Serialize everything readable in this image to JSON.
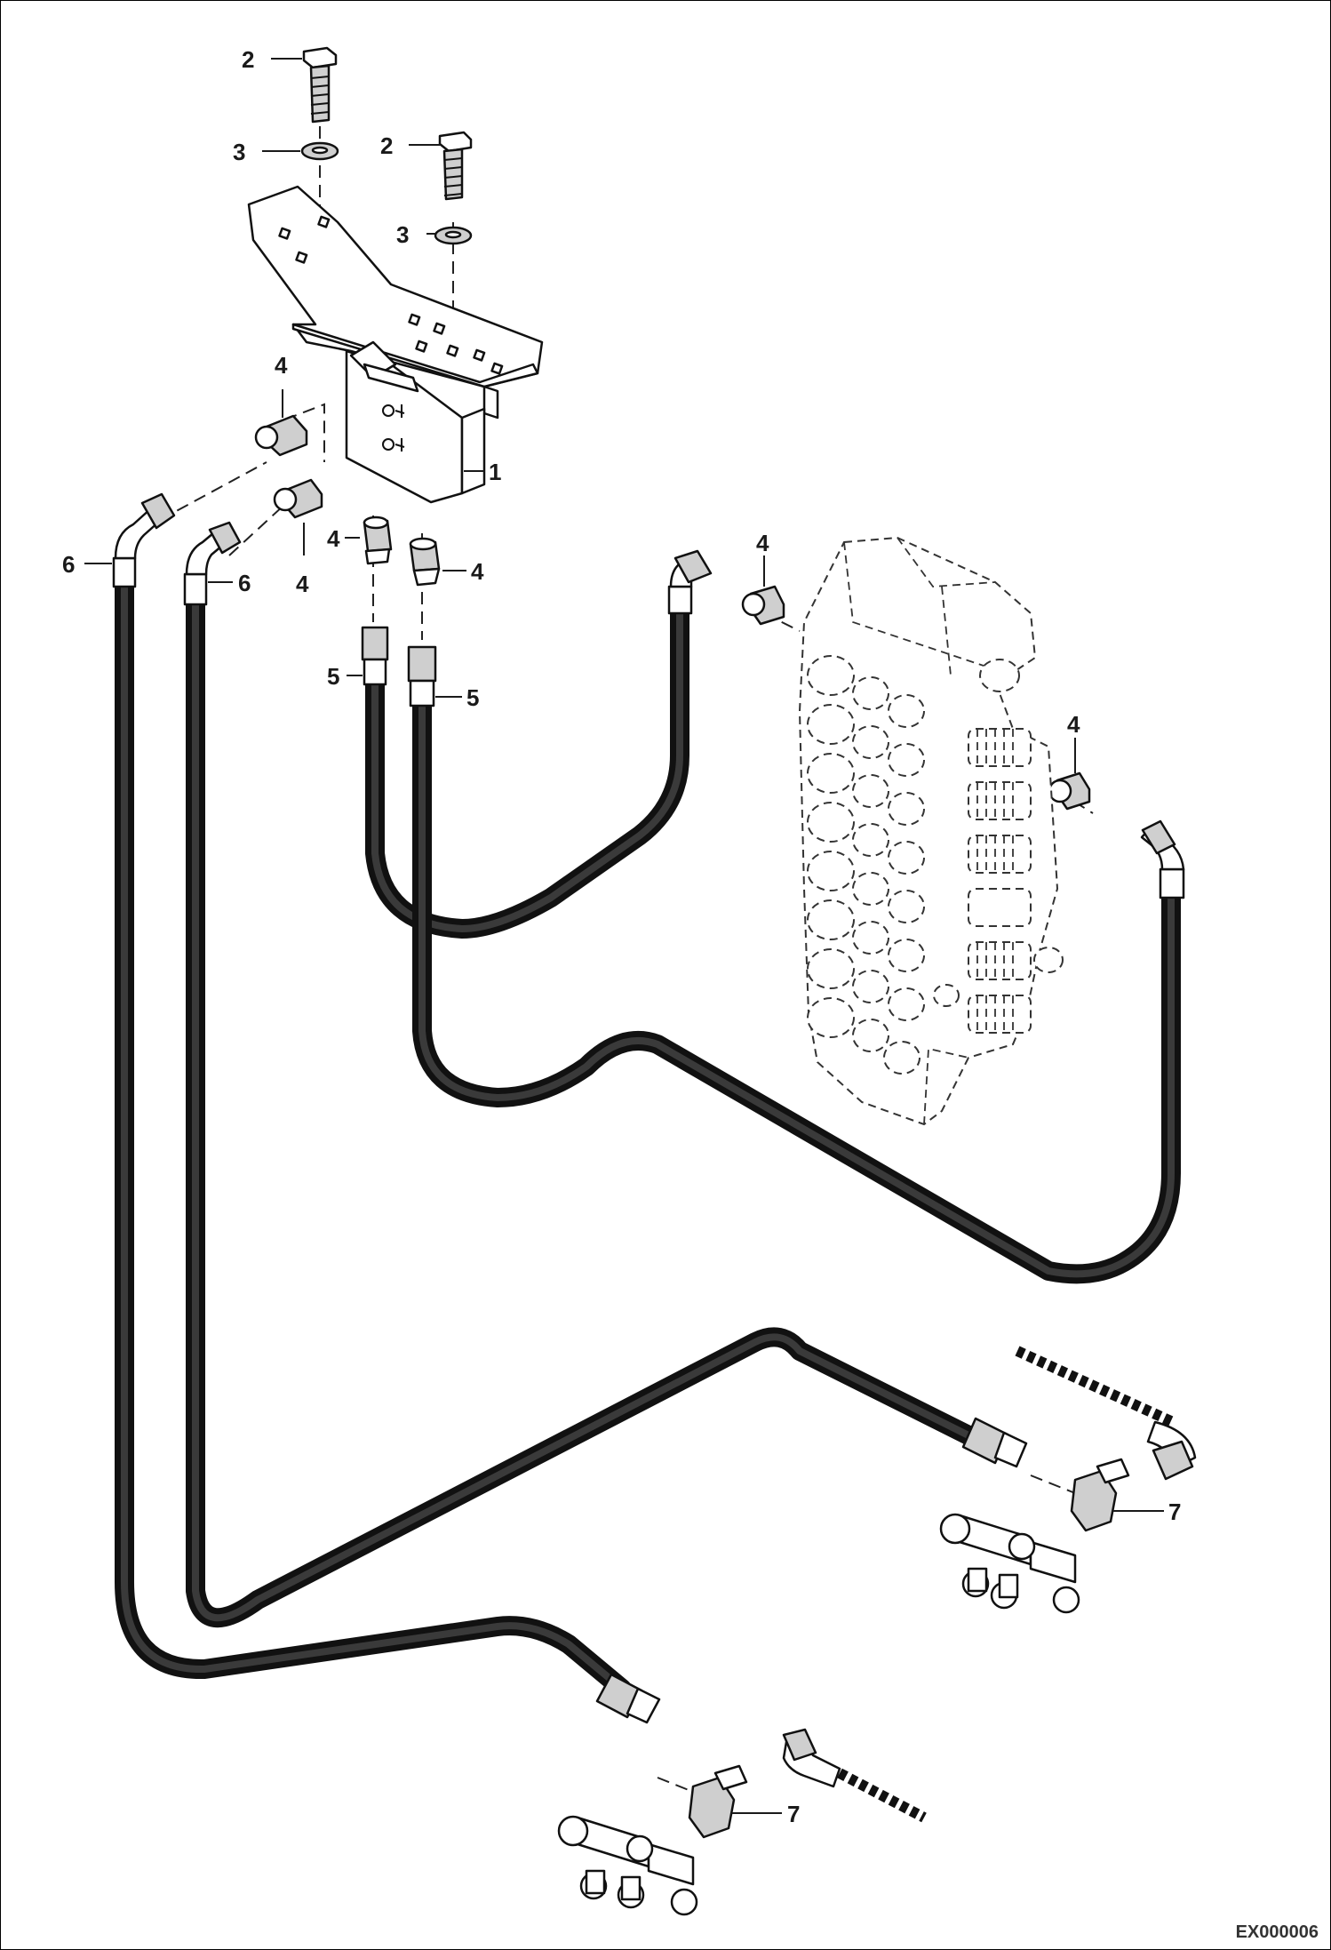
{
  "callouts": {
    "c1": "1",
    "c2a": "2",
    "c2b": "2",
    "c3a": "3",
    "c3b": "3",
    "c4a": "4",
    "c4b": "4",
    "c4c": "4",
    "c4d": "4",
    "c4e": "4",
    "c4f": "4",
    "c5a": "5",
    "c5b": "5",
    "c6a": "6",
    "c6b": "6",
    "c7a": "7",
    "c7b": "7"
  },
  "drawing_code": "EX000006"
}
